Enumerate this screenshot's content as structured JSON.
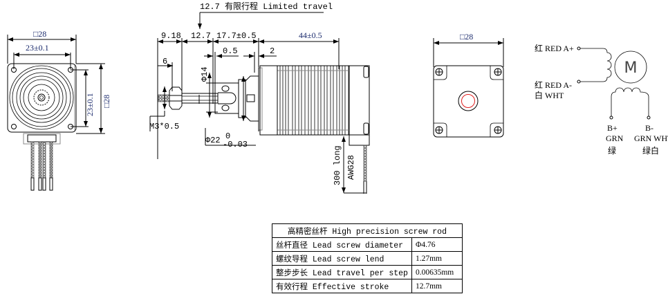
{
  "front_view": {
    "square_size": "□28",
    "hole_spacing_h": "23±0.1",
    "hole_spacing_v": "23±0.1",
    "square_size_v": "□28"
  },
  "side_view": {
    "limited_travel_label": "12.7 有限行程 Limited travel",
    "dim_918": "9.18",
    "dim_127": "12.7",
    "dim_177": "17.7±0.5",
    "dim_44": "44±0.5",
    "dim_05": "0.5",
    "dim_2": "2",
    "dim_6": "6",
    "dim_phi14": "Φ14",
    "thread": "M3*0.5",
    "phi22": "Φ22",
    "phi22_tol_upper": "0",
    "phi22_tol_lower": "-0.03",
    "lead_length": "300 long",
    "wire_gauge": "AWG28"
  },
  "rear_view": {
    "square_size": "□28"
  },
  "wiring": {
    "a_plus": "红 RED A+",
    "a_minus": "红 RED A-",
    "a_minus_2": "白 WHT",
    "motor_symbol": "M",
    "b_plus": "B+",
    "b_plus_color": "GRN",
    "b_plus_cn": "绿",
    "b_minus": "B-",
    "b_minus_color": "GRN WHT",
    "b_minus_cn": "绿白"
  },
  "spec_table": {
    "title": "高精密丝杆 High precision screw rod",
    "rows": [
      {
        "label": "丝杆直径 Lead screw diameter",
        "value": "Φ4.76"
      },
      {
        "label": "螺纹导程 Lead screw lend",
        "value": "1.27mm"
      },
      {
        "label": "整步步长 Lead travel per step",
        "value": "0.00635mm"
      },
      {
        "label": "有效行程 Effective stroke",
        "value": "12.7mm"
      }
    ]
  }
}
